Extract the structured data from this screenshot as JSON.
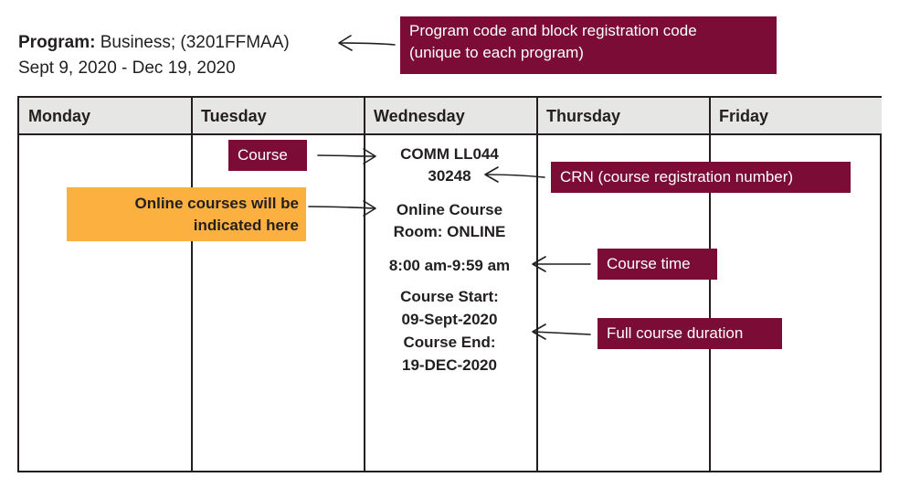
{
  "header": {
    "program_label": "Program:",
    "program_value": " Business; (3201FFMAA)",
    "dates": "Sept 9, 2020 - Dec 19, 2020"
  },
  "schedule": {
    "days": [
      "Monday",
      "Tuesday",
      "Wednesday",
      "Thursday",
      "Friday"
    ],
    "course": {
      "code": "COMM LL044",
      "crn": "30248",
      "mode_line1": "Online Course",
      "mode_line2": "Room: ONLINE",
      "time": "8:00 am-9:59 am",
      "start_label": "Course Start:",
      "start_date": "09-Sept-2020",
      "end_label": "Course End:",
      "end_date": "19-DEC-2020"
    }
  },
  "callouts": {
    "program_code_line1": "Program code and block registration code",
    "program_code_line2": "(unique to each program)",
    "course": "Course",
    "crn": "CRN (course registration number)",
    "online_line1": "Online courses will be",
    "online_line2": "indicated here",
    "course_time": "Course time",
    "duration": "Full course duration"
  },
  "colors": {
    "callout_maroon": "#7b0c35",
    "callout_orange": "#fbb040",
    "header_gray": "#e6e6e4"
  }
}
